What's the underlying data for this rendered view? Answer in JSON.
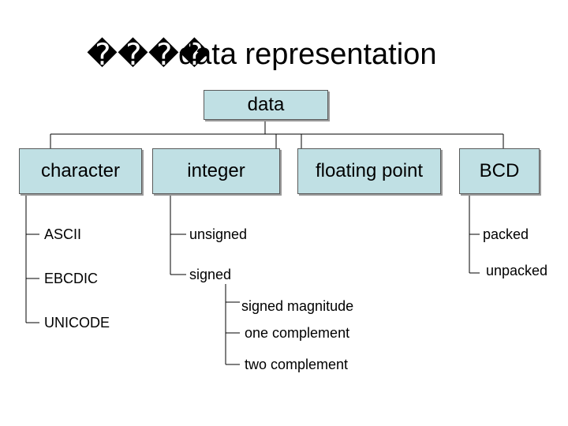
{
  "title": {
    "garbled": "����",
    "main": "data representation"
  },
  "root": {
    "label": "data"
  },
  "categories": [
    {
      "id": "character",
      "label": "character",
      "children": [
        "ASCII",
        "EBCDIC",
        "UNICODE"
      ]
    },
    {
      "id": "integer",
      "label": "integer",
      "children": [
        "unsigned",
        "signed"
      ]
    },
    {
      "id": "floating_point",
      "label": "floating point",
      "children": []
    },
    {
      "id": "bcd",
      "label": "BCD",
      "children": [
        "packed",
        "unpacked"
      ]
    }
  ],
  "signed_children": [
    "signed magnitude",
    "one complement",
    "two complement"
  ],
  "colors": {
    "box_fill": "#c0e0e4",
    "box_border": "#5a5a5a",
    "line": "#000000"
  }
}
